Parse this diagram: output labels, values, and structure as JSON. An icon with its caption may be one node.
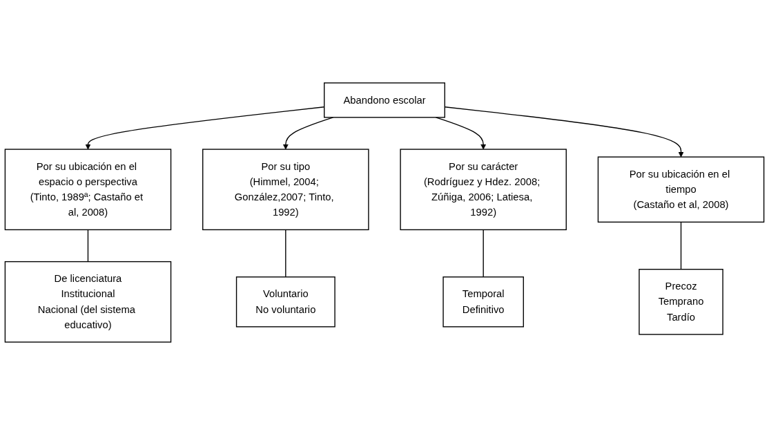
{
  "diagram": {
    "nodes": [
      {
        "text": [
          "Abandono escolar"
        ]
      },
      {
        "text": [
          "Por su ubicación en el espacio o perspectiva",
          "(Tinto, 1989ª; Castaño et al, 2008)"
        ]
      },
      {
        "text": [
          "De licenciatura",
          "Institucional",
          "Nacional (del sistema educativo)"
        ]
      },
      {
        "text": [
          "Por su tipo",
          "(Himmel, 2004; González,2007; Tinto, 1992)"
        ]
      },
      {
        "text": [
          "Voluntario",
          "No voluntario"
        ]
      },
      {
        "text": [
          "Por su carácter",
          "(Rodríguez y Hdez. 2008; Zúñiga, 2006; Latiesa, 1992)"
        ]
      },
      {
        "text": [
          "Temporal",
          "Definitivo"
        ]
      },
      {
        "text": [
          "Por su ubicación en el tiempo",
          "(Castaño et al, 2008)"
        ]
      },
      {
        "text": [
          "Precoz",
          "Temprano",
          "Tardío"
        ]
      }
    ],
    "edges": [
      {
        "from": 0,
        "to": 1,
        "arrow": "to"
      },
      {
        "from": 0,
        "to": 3,
        "arrow": "to"
      },
      {
        "from": 0,
        "to": 5,
        "arrow": "to"
      },
      {
        "from": 0,
        "to": 7,
        "arrow": "to"
      },
      {
        "from": 1,
        "to": 2,
        "arrow": "none"
      },
      {
        "from": 3,
        "to": 4,
        "arrow": "none"
      },
      {
        "from": 5,
        "to": 6,
        "arrow": "none"
      },
      {
        "from": 7,
        "to": 8,
        "arrow": "none"
      }
    ]
  }
}
